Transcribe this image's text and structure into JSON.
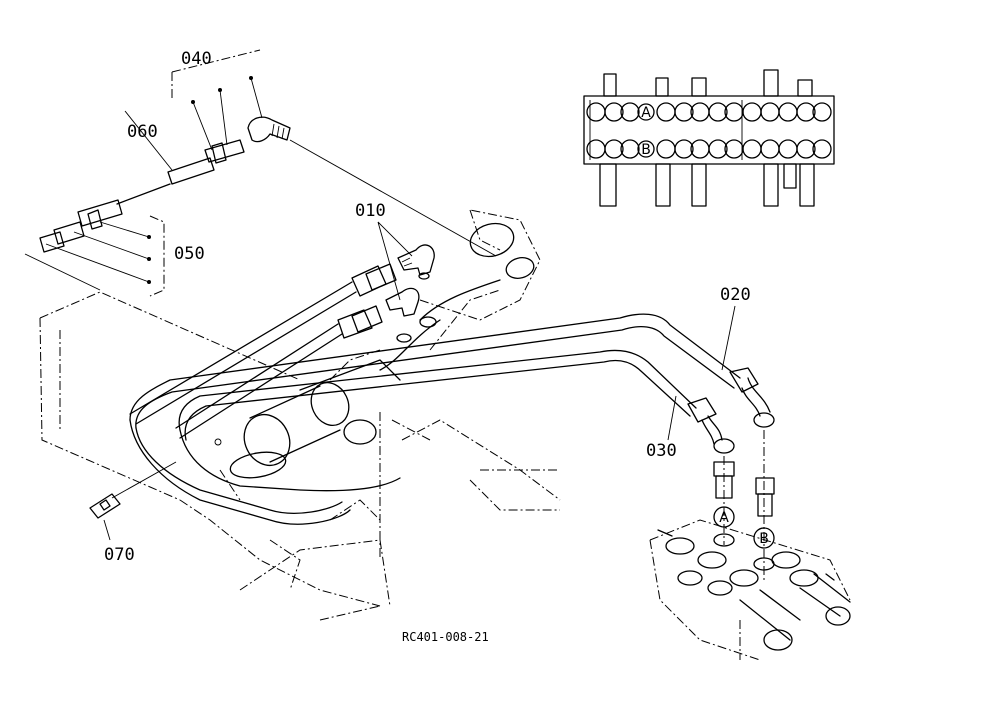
{
  "parts": {
    "p010": "010",
    "p020": "020",
    "p030": "030",
    "p040": "040",
    "p050": "050",
    "p060": "060",
    "p070": "070"
  },
  "ports": {
    "a": "A",
    "b": "B"
  },
  "drawing_code": "RC401-008-21",
  "colors": {
    "ink": "#000000",
    "paper": "#ffffff"
  }
}
